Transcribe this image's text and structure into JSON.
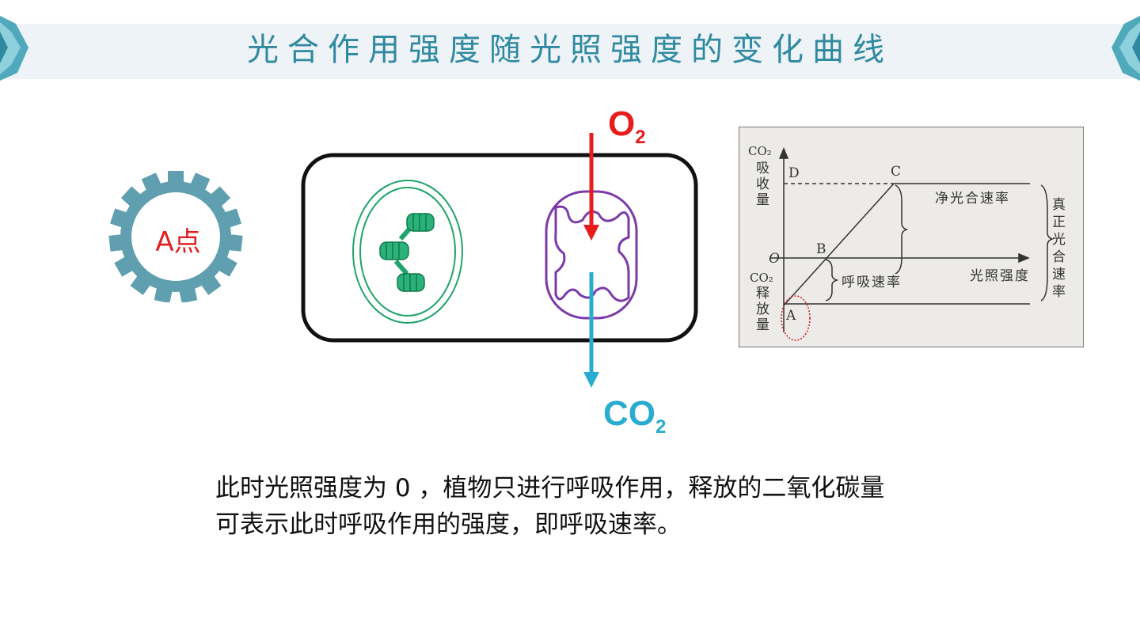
{
  "slide": {
    "title": "光合作用强度随光照强度的变化曲线",
    "point_label": "A点",
    "gas_in": "O",
    "gas_in_sub": "2",
    "gas_out": "CO",
    "gas_out_sub": "2",
    "description": {
      "line1": "此时光照强度为 0 ，植物只进行呼吸作用，释放的二氧化碳量",
      "line2": "可表示此时呼吸作用的强度，即呼吸速率。"
    },
    "colors": {
      "title": "#2f8aa0",
      "gear": "#5f9fb0",
      "o2_arrow": "#e81c1c",
      "co2_arrow": "#29acd0",
      "chloroplast": "#1fa46a",
      "mitochondrion": "#7b3aa8"
    }
  },
  "graph": {
    "y_top_label": [
      "CO₂",
      "吸",
      "收",
      "量"
    ],
    "y_bottom_label": [
      "CO₂",
      "释",
      "放",
      "量"
    ],
    "point_D": "D",
    "point_C": "C",
    "point_O": "O",
    "point_B": "B",
    "point_A": "A",
    "net_rate": "净光合速率",
    "resp_rate": "呼吸速率",
    "x_label": "光照强度",
    "true_rate": [
      "真",
      "正",
      "光",
      "合",
      "速",
      "率"
    ]
  }
}
